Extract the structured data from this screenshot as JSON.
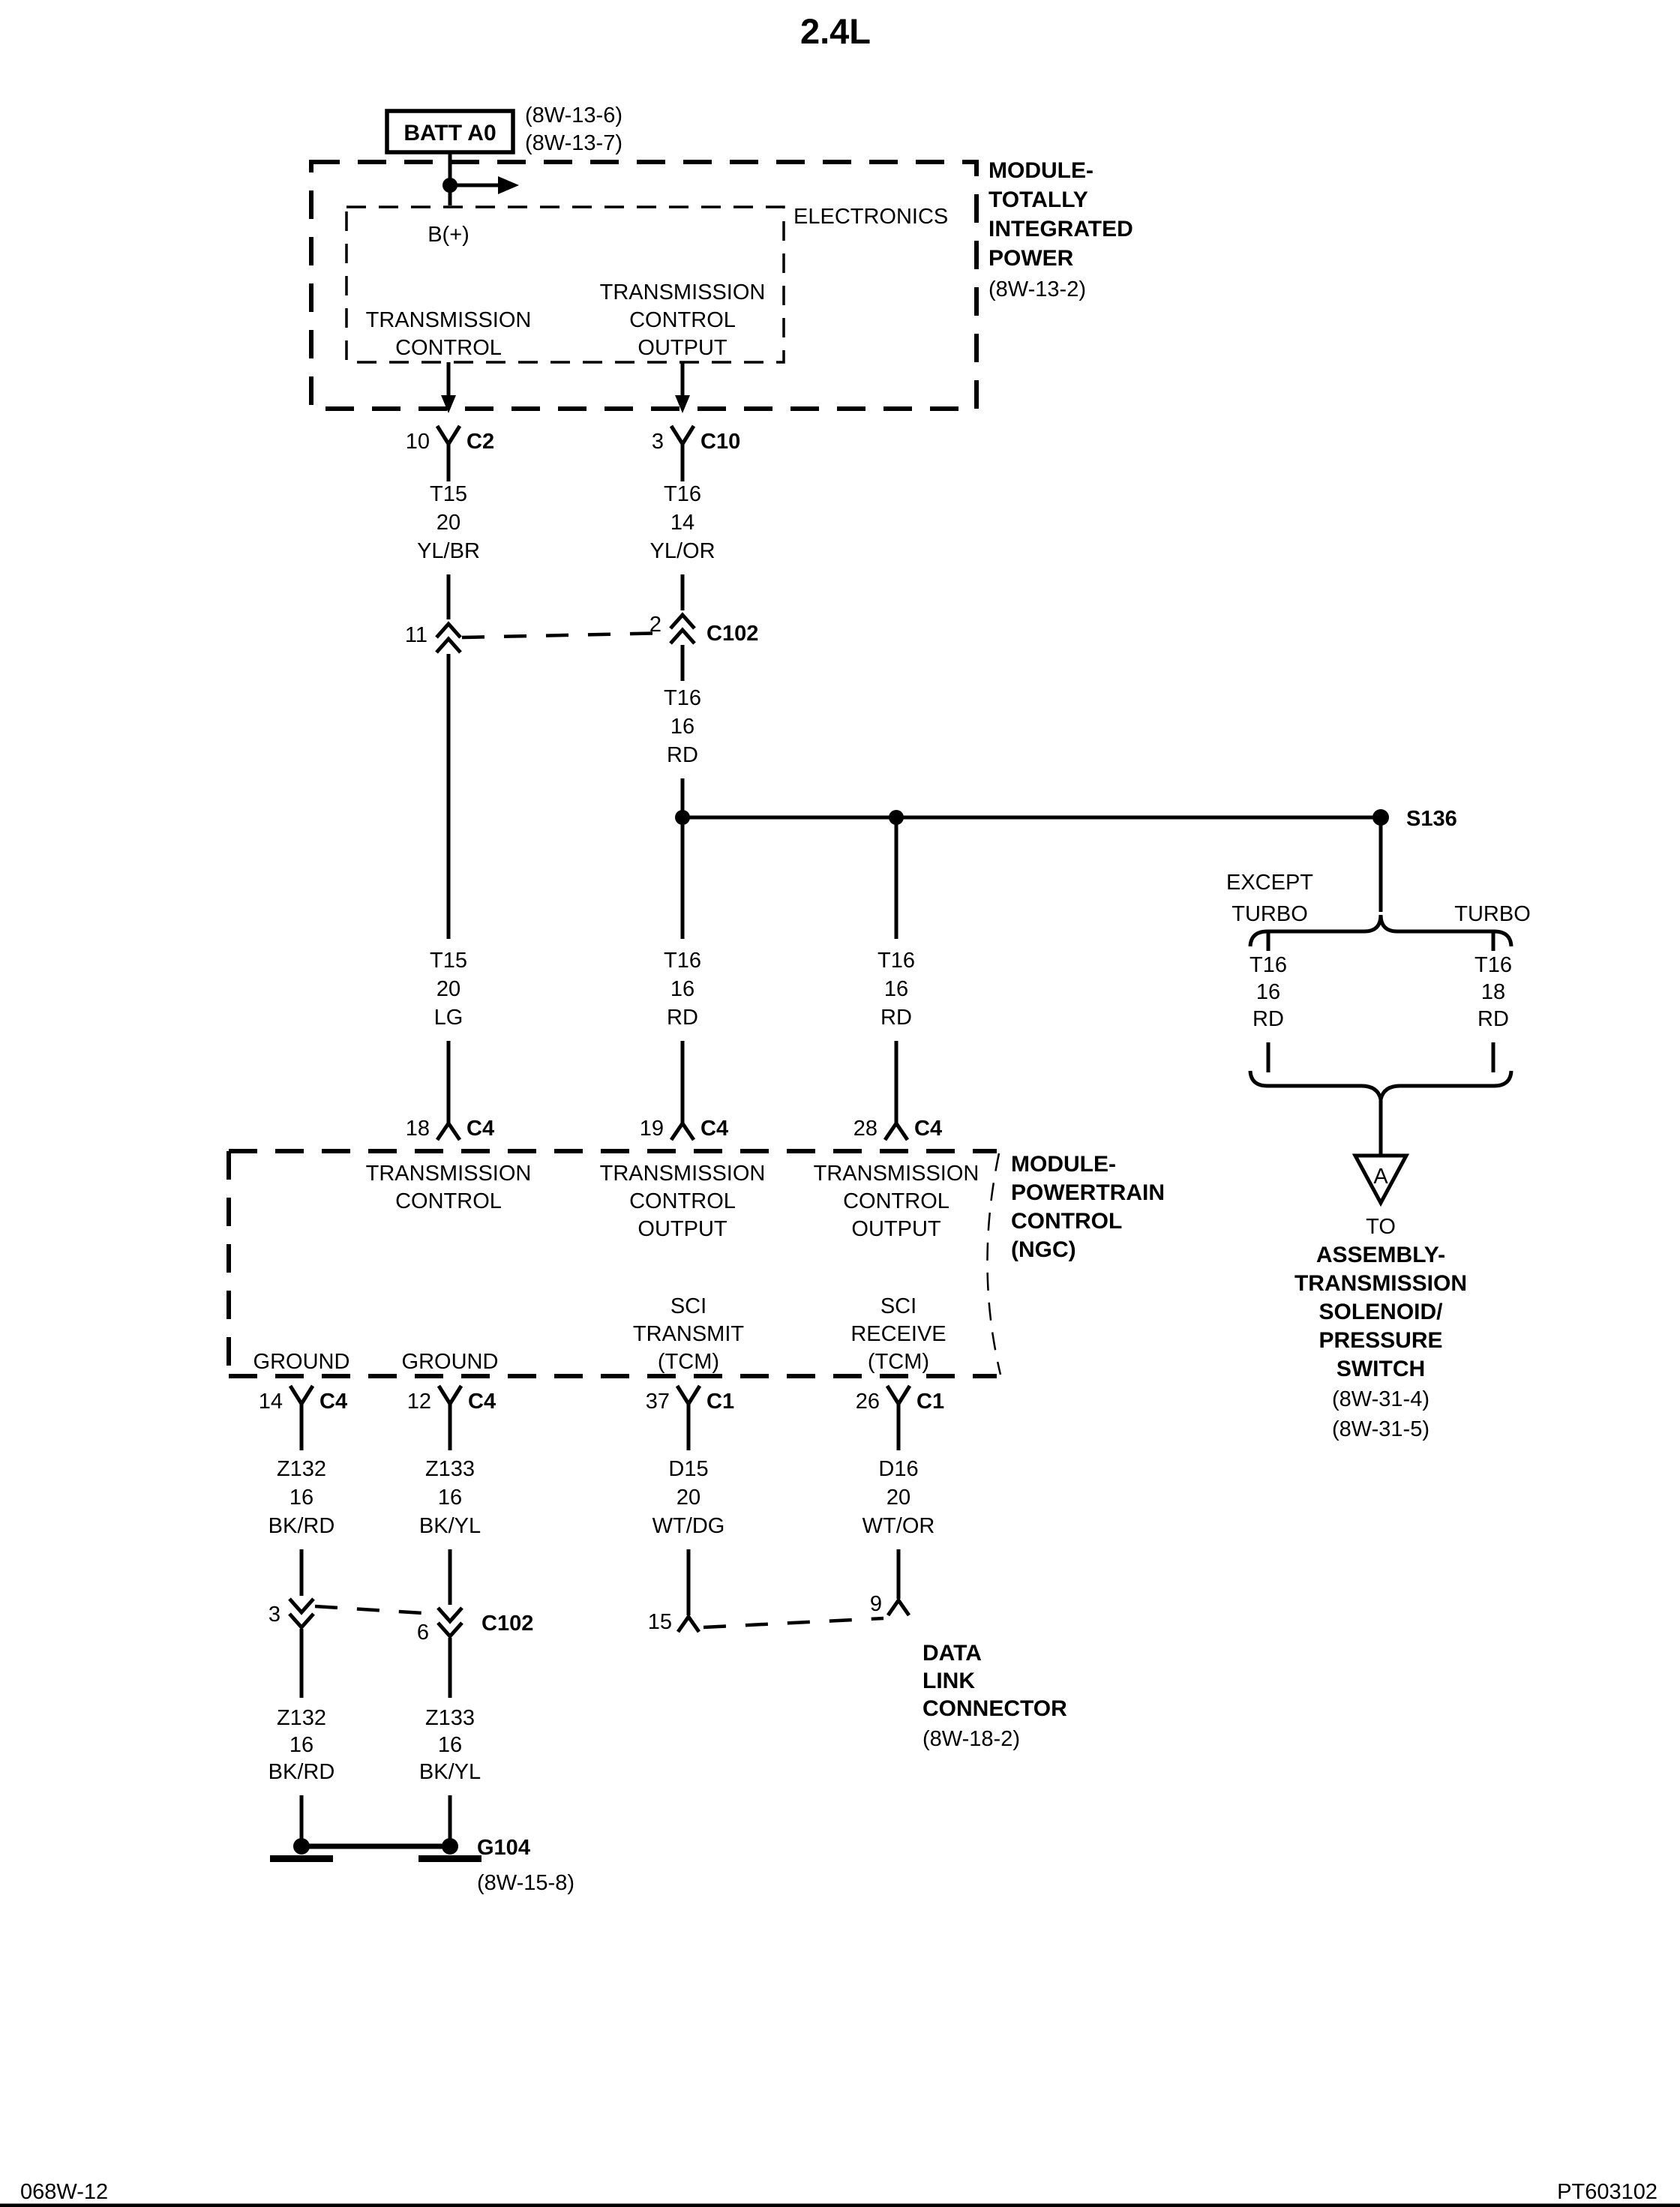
{
  "page": {
    "title": "2.4L",
    "footer_left": "068W-12",
    "footer_right": "PT603102",
    "ink": "#000000",
    "paper": "#ffffff"
  },
  "battery": {
    "label": "BATT A0",
    "ref1": "(8W-13-6)",
    "ref2": "(8W-13-7)",
    "terminal": "B(+)"
  },
  "tipm": {
    "name1": "MODULE-",
    "name2": "TOTALLY",
    "name3": "INTEGRATED",
    "name4": "POWER",
    "ref": "(8W-13-2)",
    "electronics": "ELECTRONICS",
    "func_left1": "TRANSMISSION",
    "func_left2": "CONTROL",
    "func_right1": "TRANSMISSION",
    "func_right2": "CONTROL",
    "func_right3": "OUTPUT",
    "pin_left_num": "10",
    "pin_left_conn": "C2",
    "pin_right_num": "3",
    "pin_right_conn": "C10"
  },
  "wires": {
    "t15_ylbr": {
      "circuit": "T15",
      "gauge": "20",
      "color": "YL/BR"
    },
    "t16_ylor": {
      "circuit": "T16",
      "gauge": "14",
      "color": "YL/OR"
    },
    "t16_rd_upper": {
      "circuit": "T16",
      "gauge": "16",
      "color": "RD"
    },
    "t15_lg": {
      "circuit": "T15",
      "gauge": "20",
      "color": "LG"
    },
    "t16_rd_b": {
      "circuit": "T16",
      "gauge": "16",
      "color": "RD"
    },
    "t16_rd_c": {
      "circuit": "T16",
      "gauge": "16",
      "color": "RD"
    },
    "t16_rd_turbo_l": {
      "circuit": "T16",
      "gauge": "16",
      "color": "RD"
    },
    "t16_rd_turbo_r": {
      "circuit": "T16",
      "gauge": "18",
      "color": "RD"
    },
    "z132": {
      "circuit": "Z132",
      "gauge": "16",
      "color": "BK/RD"
    },
    "z133": {
      "circuit": "Z133",
      "gauge": "16",
      "color": "BK/YL"
    },
    "d15": {
      "circuit": "D15",
      "gauge": "20",
      "color": "WT/DG"
    },
    "d16": {
      "circuit": "D16",
      "gauge": "20",
      "color": "WT/OR"
    }
  },
  "c102_upper": {
    "pin_left": "11",
    "pin_right": "2",
    "label": "C102"
  },
  "c102_lower": {
    "pin_left": "3",
    "pin_right": "6",
    "label": "C102"
  },
  "splice": {
    "label": "S136"
  },
  "branch": {
    "left1": "EXCEPT",
    "left2": "TURBO",
    "right": "TURBO"
  },
  "via": {
    "letter": "A",
    "to": "TO",
    "dest1": "ASSEMBLY-",
    "dest2": "TRANSMISSION",
    "dest3": "SOLENOID/",
    "dest4": "PRESSURE",
    "dest5": "SWITCH",
    "ref1": "(8W-31-4)",
    "ref2": "(8W-31-5)"
  },
  "ngc": {
    "name1": "MODULE-",
    "name2": "POWERTRAIN",
    "name3": "CONTROL",
    "name4": "(NGC)",
    "func_a1": "TRANSMISSION",
    "func_a2": "CONTROL",
    "func_b1": "TRANSMISSION",
    "func_b2": "CONTROL",
    "func_b3": "OUTPUT",
    "func_c1": "TRANSMISSION",
    "func_c2": "CONTROL",
    "func_c3": "OUTPUT",
    "ground_left": "GROUND",
    "ground_right": "GROUND",
    "sci_tx1": "SCI",
    "sci_tx2": "TRANSMIT",
    "sci_tx3": "(TCM)",
    "sci_rx1": "SCI",
    "sci_rx2": "RECEIVE",
    "sci_rx3": "(TCM)",
    "pin_a_num": "18",
    "pin_a_conn": "C4",
    "pin_b_num": "19",
    "pin_b_conn": "C4",
    "pin_c_num": "28",
    "pin_c_conn": "C4",
    "pin_g1_num": "14",
    "pin_g1_conn": "C4",
    "pin_g2_num": "12",
    "pin_g2_conn": "C4",
    "pin_tx_num": "37",
    "pin_tx_conn": "C1",
    "pin_rx_num": "26",
    "pin_rx_conn": "C1"
  },
  "dlc": {
    "pin_left": "15",
    "pin_right": "9",
    "name1": "DATA",
    "name2": "LINK",
    "name3": "CONNECTOR",
    "ref": "(8W-18-2)"
  },
  "ground": {
    "label": "G104",
    "ref": "(8W-15-8)"
  }
}
